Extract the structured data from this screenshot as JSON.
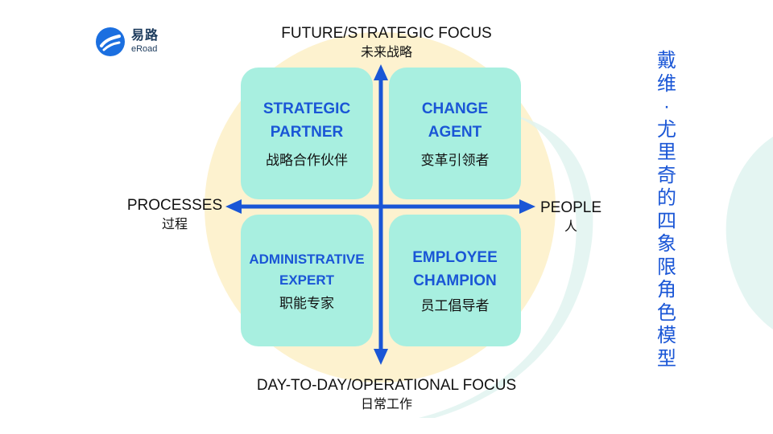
{
  "logo": {
    "name_cn": "易路",
    "name_en": "eRoad"
  },
  "axes": {
    "top": {
      "en": "FUTURE/STRATEGIC FOCUS",
      "cn": "未来战略"
    },
    "bottom": {
      "en": "DAY-TO-DAY/OPERATIONAL FOCUS",
      "cn": "日常工作"
    },
    "left": {
      "en": "PROCESSES",
      "cn": "过程"
    },
    "right": {
      "en": "PEOPLE",
      "cn": "人"
    }
  },
  "quadrants": [
    {
      "en_line1": "STRATEGIC",
      "en_line2": "PARTNER",
      "cn": "战略合作伙伴"
    },
    {
      "en_line1": "CHANGE",
      "en_line2": "AGENT",
      "cn": "变革引领者"
    },
    {
      "en_line1": "ADMINISTRATIVE",
      "en_line2": "EXPERT",
      "cn": "职能专家"
    },
    {
      "en_line1": "EMPLOYEE",
      "en_line2": "CHAMPION",
      "cn": "员工倡导者"
    }
  ],
  "vertical_title": [
    "戴",
    "维",
    "·",
    "尤",
    "里",
    "奇",
    "的",
    "四",
    "象",
    "限",
    "角",
    "色",
    "模",
    "型"
  ],
  "colors": {
    "accent": "#1a56d6",
    "quadrant_fill": "#a8efe0",
    "circle_fill": "#fdf2cf"
  }
}
